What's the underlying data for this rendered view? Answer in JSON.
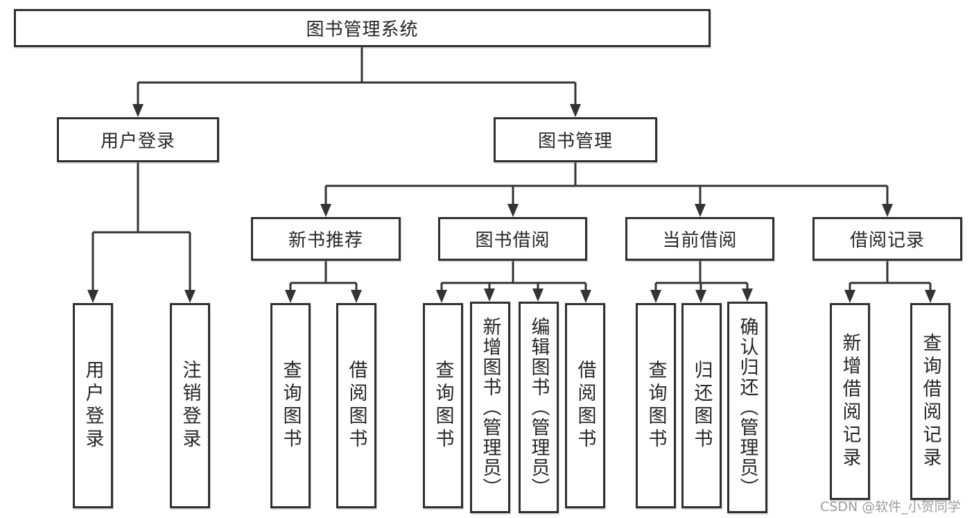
{
  "tree": {
    "root": "图书管理系统",
    "children": [
      {
        "label": "用户登录",
        "children": [
          "用户登录",
          "注销登录"
        ]
      },
      {
        "label": "图书管理",
        "children": [
          {
            "label": "新书推荐",
            "children": [
              "查询图书",
              "借阅图书"
            ]
          },
          {
            "label": "图书借阅",
            "children": [
              "查询图书",
              "新增图书（管理员）",
              "编辑图书（管理员）",
              "借阅图书"
            ]
          },
          {
            "label": "当前借阅",
            "children": [
              "查询图书",
              "归还图书",
              "确认归还（管理员）"
            ]
          },
          {
            "label": "借阅记录",
            "children": [
              "新增借阅记录",
              "查询借阅记录"
            ]
          }
        ]
      }
    ]
  },
  "watermark": "CSDN @软件_小贺同学",
  "colors": {
    "line": "#333333",
    "box_border": "#2f2f2f",
    "text": "#262626",
    "watermark": "#9c9c9c",
    "background": "#ffffff"
  }
}
